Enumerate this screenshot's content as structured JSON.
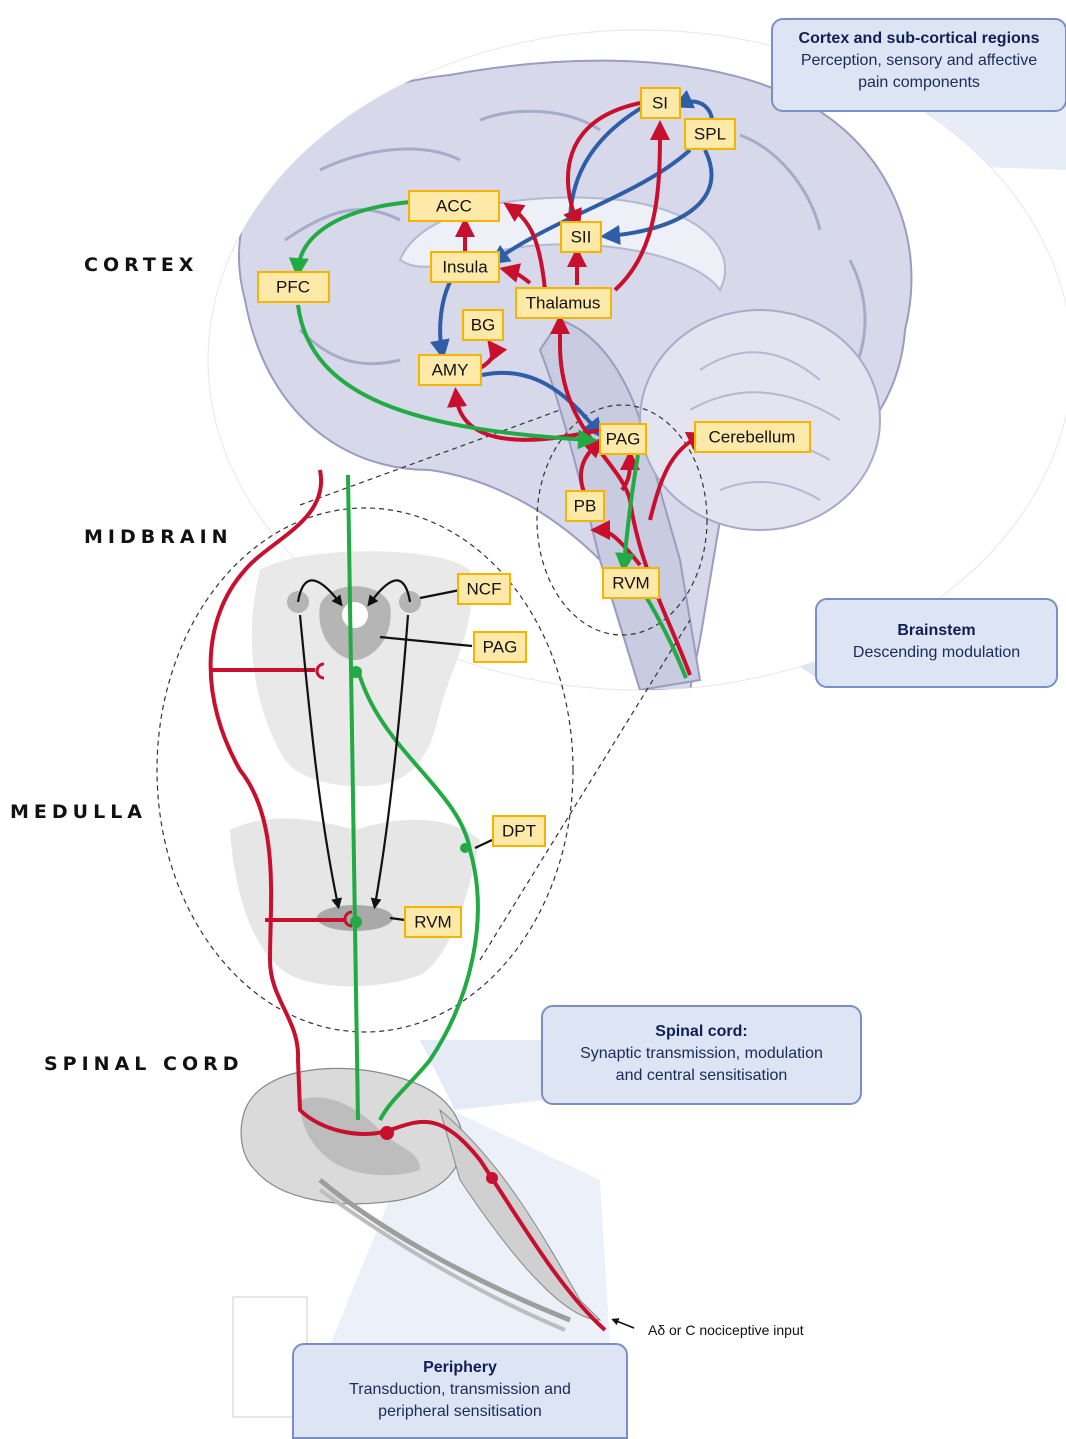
{
  "sections": {
    "cortex": "CORTEX",
    "midbrain": "MIDBRAIN",
    "medulla": "MEDULLA",
    "spinal_cord": "SPINAL CORD"
  },
  "regions": {
    "si": "SI",
    "spl": "SPL",
    "acc": "ACC",
    "sii": "SII",
    "insula": "Insula",
    "pfc": "PFC",
    "thalamus": "Thalamus",
    "bg": "BG",
    "amy": "AMY",
    "pag": "PAG",
    "cerebellum": "Cerebellum",
    "pb": "PB",
    "rvm": "RVM"
  },
  "inset": {
    "ncf": "NCF",
    "pag": "PAG",
    "dpt": "DPT",
    "rvm": "RVM"
  },
  "callouts": {
    "cortex": {
      "title": "Cortex and sub-cortical regions",
      "line1": "Perception, sensory and affective",
      "line2": "pain components"
    },
    "brainstem": {
      "title": "Brainstem",
      "line1": "Descending modulation"
    },
    "spinal": {
      "title": "Spinal cord:",
      "line1": "Synaptic transmission, modulation",
      "line2": "and central sensitisation"
    },
    "periphery": {
      "title": "Periphery",
      "line1": "Transduction, transmission and",
      "line2": "peripheral sensitisation"
    }
  },
  "input_note": "Aδ or C nociceptive input",
  "colors": {
    "ascending": "#c8102e",
    "descending": "#22aa44",
    "cortical": "#2e5ea8",
    "label_fill": "#ffe9a8",
    "label_border": "#f4b400",
    "brain": "#d7d9ea",
    "callout_fill": "#dde5f4"
  }
}
